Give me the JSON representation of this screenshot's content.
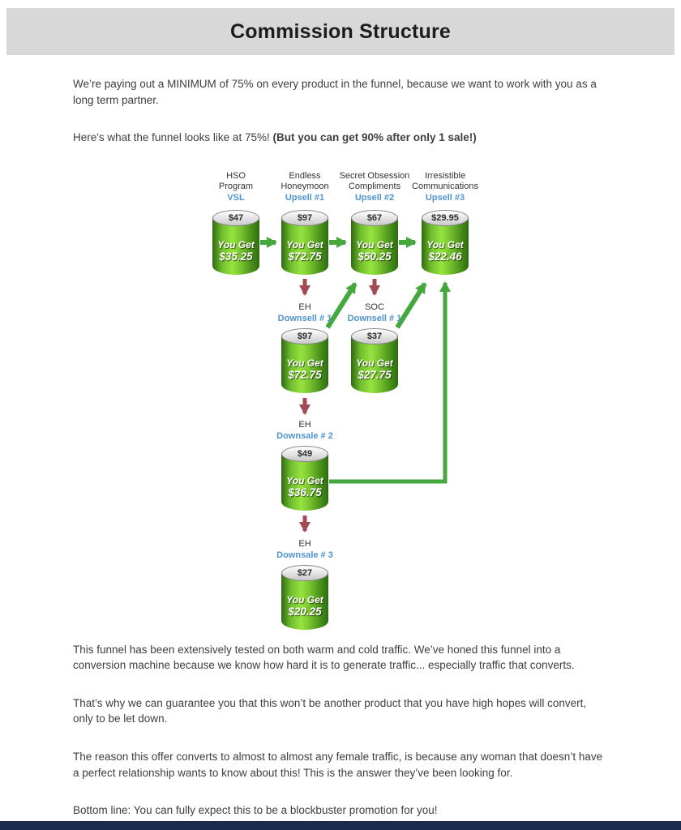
{
  "header": {
    "title": "Commission Structure"
  },
  "intro": {
    "p1": "We’re paying out a MINIMUM of 75% on every product in the funnel, because we want to work with you as a long term partner.",
    "p2": "Here's what the funnel looks like at 75%! ",
    "p2_bold": "(But you can get 90% after only 1 sale!)"
  },
  "funnel": {
    "you_get_label": "You Get",
    "products": [
      {
        "name": "HSO\nProgram",
        "tag": "VSL",
        "price": "$47",
        "you_get": "$35.25"
      },
      {
        "name": "Endless\nHoneymoon",
        "tag": "Upsell #1",
        "price": "$97",
        "you_get": "$72.75"
      },
      {
        "name": "Secret Obsession\nCompliments",
        "tag": "Upsell #2",
        "price": "$67",
        "you_get": "$50.25"
      },
      {
        "name": "Irresistible\nCommunications",
        "tag": "Upsell #3",
        "price": "$29.95",
        "you_get": "$22.46"
      },
      {
        "name": "EH",
        "tag": "Downsell # 1",
        "price": "$97",
        "you_get": "$72.75"
      },
      {
        "name": "SOC",
        "tag": "Downsell # 1",
        "price": "$37",
        "you_get": "$27.75"
      },
      {
        "name": "EH",
        "tag": "Downsale # 2",
        "price": "$49",
        "you_get": "$36.75"
      },
      {
        "name": "EH",
        "tag": "Downsale # 3",
        "price": "$27",
        "you_get": "$20.25"
      }
    ]
  },
  "outro": {
    "p1": "This funnel has been extensively tested on both warm and cold traffic. We’ve honed this funnel into a conversion machine because we know how hard it is to generate traffic... especially traffic that converts.",
    "p2": "That’s why we can guarantee you that this won’t be another product that you have high hopes will convert, only to be let down.",
    "p3": "The reason this offer converts to almost to almost any female traffic, is because any woman that doesn’t have a perfect relationship wants to know about this! This is the answer they’ve been looking for.",
    "p4": "Bottom line: You can fully expect this to be a blockbuster promotion for you!"
  },
  "colors": {
    "banner-gray": "#d8d8d8",
    "arrow-green": "#44a83f",
    "arrow-red": "#a34b55",
    "tag-blue": "#4f94d0",
    "cylinder-green": "#6fbd2e",
    "footer-navy": "#1b2b4d"
  }
}
